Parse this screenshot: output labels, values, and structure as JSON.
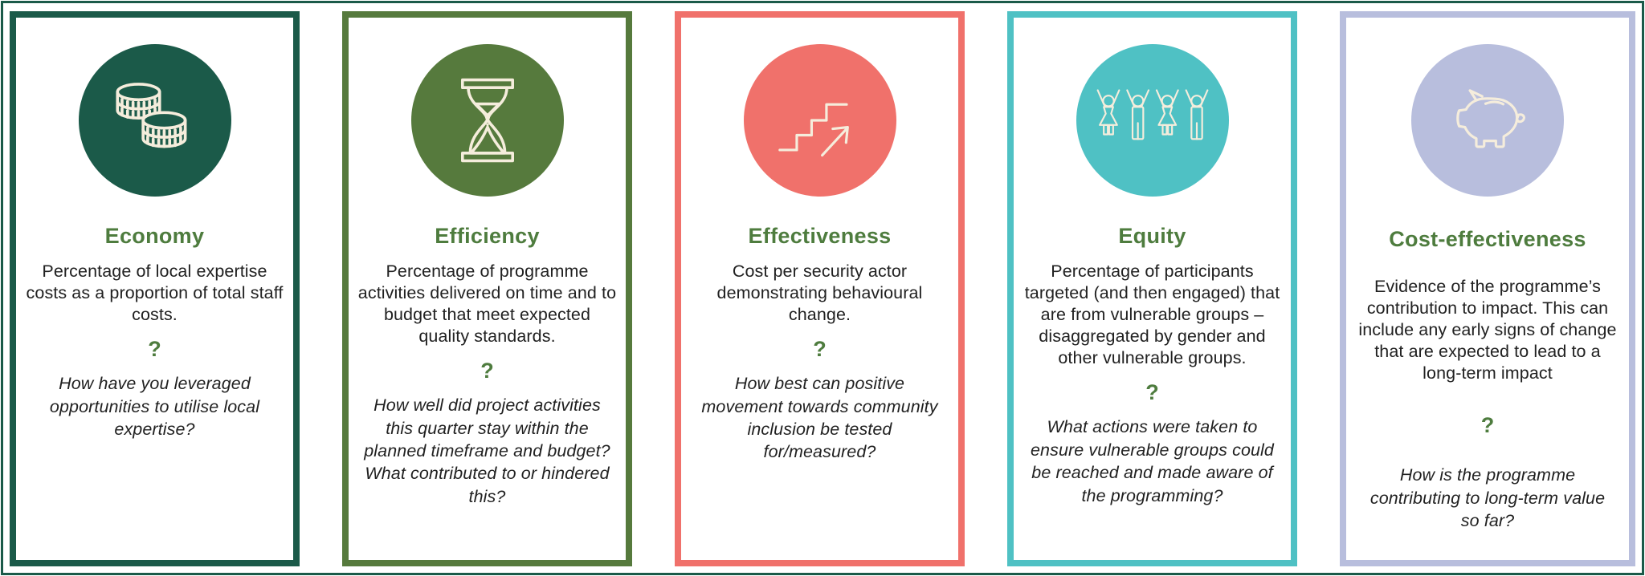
{
  "frame": {
    "border_color": "#1b5a49"
  },
  "colors": {
    "title_green": "#4e7c3e",
    "text": "#212121",
    "icon_cream": "#f5eddc"
  },
  "cards": [
    {
      "id": "economy",
      "accent": "#1b5a49",
      "icon": "coins-icon",
      "title": "Economy",
      "description": "Percentage of local expertise costs as a proportion of total staff costs.",
      "question_mark": "?",
      "question": "How have you leveraged opportunities to utilise local expertise?"
    },
    {
      "id": "efficiency",
      "accent": "#567a3d",
      "icon": "hourglass-icon",
      "title": "Efficiency",
      "description": "Percentage of programme activities delivered on time and to budget that meet expected quality standards.",
      "question_mark": "?",
      "question": "How well did project activities this quarter stay within the planned timeframe and budget? What contributed to or hindered this?"
    },
    {
      "id": "effectiveness",
      "accent": "#f0716b",
      "icon": "stairs-arrow-icon",
      "title": "Effectiveness",
      "description": "Cost per security actor demonstrating behavioural change.",
      "question_mark": "?",
      "question": "How best can positive movement towards community inclusion be tested for/measured?"
    },
    {
      "id": "equity",
      "accent": "#4fc1c4",
      "icon": "people-raised-arms-icon",
      "title": "Equity",
      "description": "Percentage of participants targeted (and then engaged) that are from vulnerable groups – disaggregated by gender and other vulnerable groups.",
      "question_mark": "?",
      "question": "What actions were taken to ensure vulnerable groups could be reached and made aware of the programming?"
    },
    {
      "id": "cost-effectiveness",
      "accent": "#b8bedd",
      "icon": "piggy-bank-icon",
      "title": "Cost-effectiveness",
      "description": "Evidence of the programme’s contribution to impact. This can include any early signs of change that are expected to lead to a long-term impact",
      "question_mark": "?",
      "question": "How is the programme contributing to long-term value so far?"
    }
  ]
}
